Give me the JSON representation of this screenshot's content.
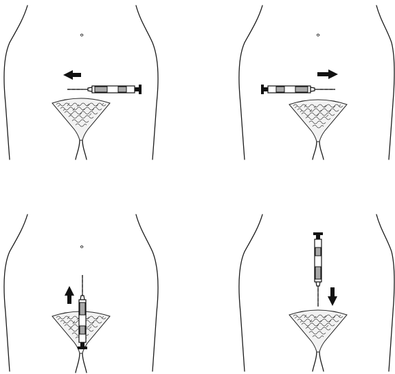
{
  "panels": [
    {
      "id": "top-left",
      "injection_direction": "left"
    },
    {
      "id": "top-right",
      "injection_direction": "right"
    },
    {
      "id": "bottom-left",
      "injection_direction": "up"
    },
    {
      "id": "bottom-right",
      "injection_direction": "down"
    }
  ],
  "icons": {
    "arrow": "arrow-icon",
    "syringe": "syringe-icon"
  },
  "colors": {
    "line": "#1a1a1a",
    "barrel_gray": "#a9a9a9",
    "background": "#ffffff"
  }
}
